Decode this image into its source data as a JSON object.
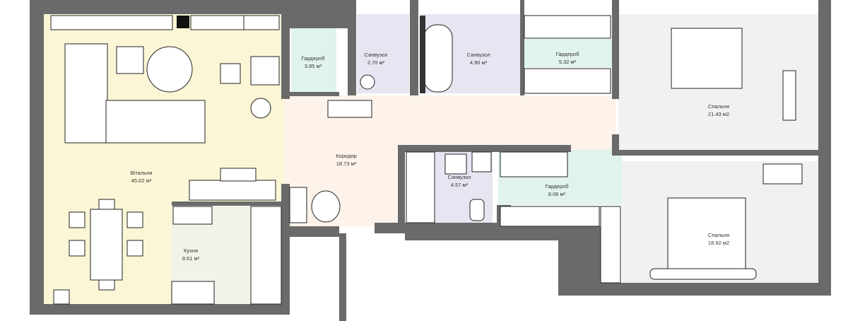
{
  "colors": {
    "wall": "#6a6a6a",
    "living": "#fbf6d6",
    "kitchen": "#f3f2e9",
    "corridor": "#fdf3ea",
    "wardrobe": "#e0f3ec",
    "bathroom": "#e6e6f2",
    "bedroom": "#f3f0f0"
  },
  "rooms": [
    {
      "name": "Вітальня",
      "area": "45.02 м²"
    },
    {
      "name": "Кухня",
      "area": "8.61 м²"
    },
    {
      "name": "Гардероб",
      "area": "3.85 м²"
    },
    {
      "name": "Санвузол",
      "area": "2.70 м²"
    },
    {
      "name": "Санвузол",
      "area": "4.90 м²"
    },
    {
      "name": "Гардероб",
      "area": "5.32 м²"
    },
    {
      "name": "Спальня",
      "area": "21.43 м2"
    },
    {
      "name": "Коридор",
      "area": "18.73 м²"
    },
    {
      "name": "Санвузол",
      "area": "4.57 м²"
    },
    {
      "name": "Гардероб",
      "area": "8.06 м²"
    },
    {
      "name": "Спальня",
      "area": "18.92 м2"
    }
  ]
}
